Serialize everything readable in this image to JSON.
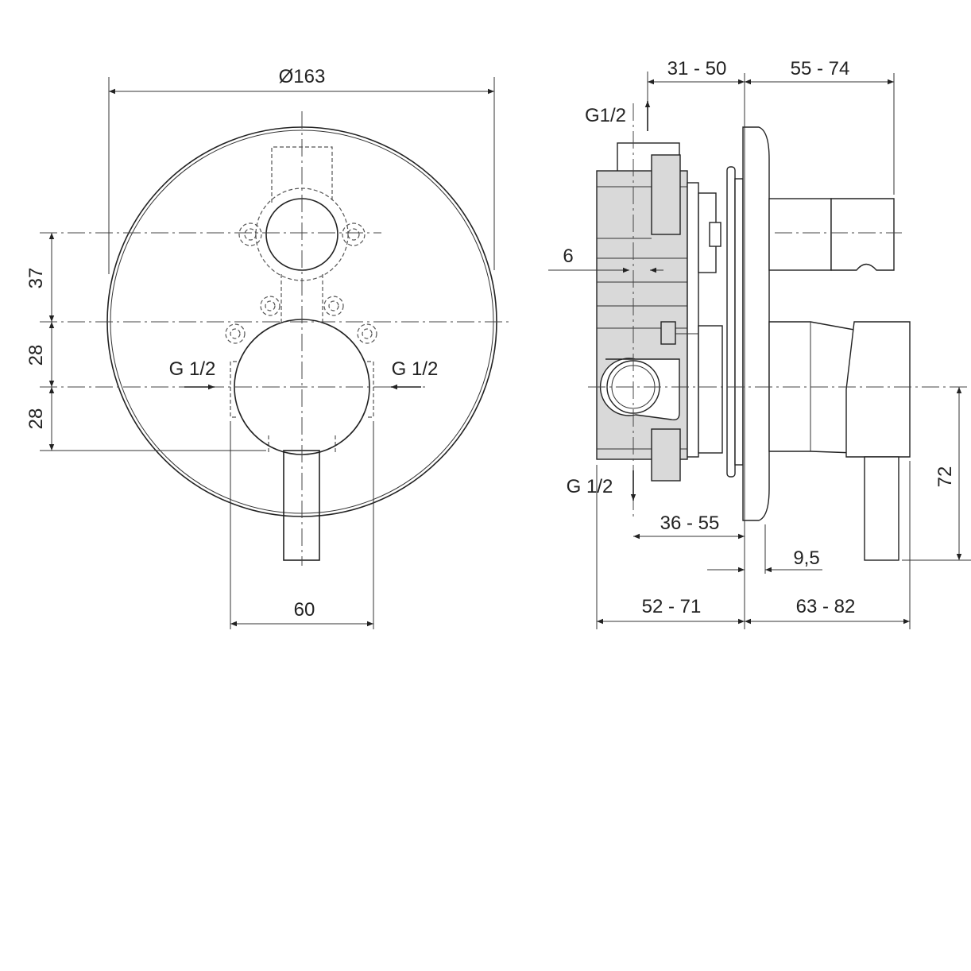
{
  "front_view": {
    "diameter": "Ø163",
    "dim_upper": "37",
    "dim_middle": "28",
    "dim_lower": "28",
    "inlet_left": "G 1/2",
    "inlet_right": "G 1/2",
    "width": "60"
  },
  "side_view": {
    "outlet_top": "G1/2",
    "outlet_bottom": "G 1/2",
    "depth_top_left": "31 - 50",
    "depth_top_right": "55 - 74",
    "offset": "6",
    "depth_mid": "36 - 55",
    "plate": "9,5",
    "depth_bottom_left": "52 - 71",
    "depth_bottom_right": "63 - 82",
    "lever_height": "72"
  }
}
